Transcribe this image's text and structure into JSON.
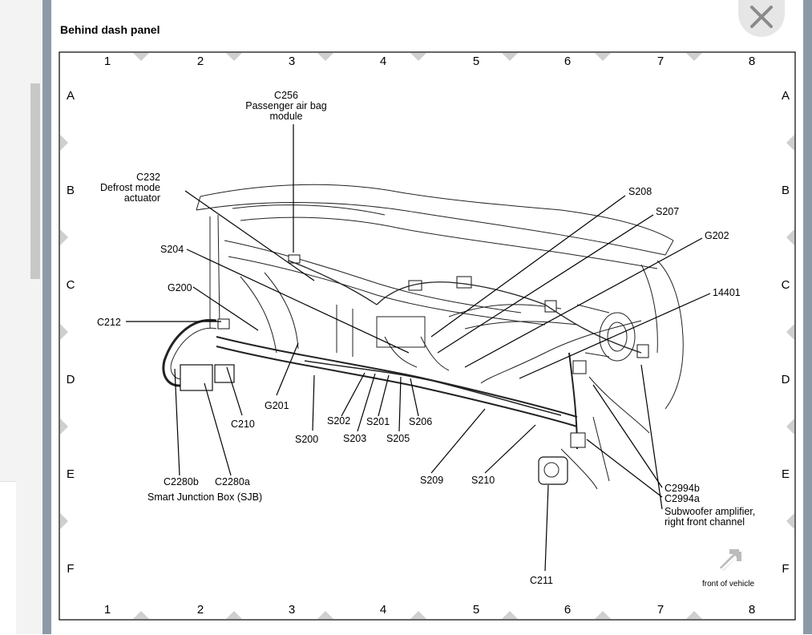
{
  "title": "Behind dash panel",
  "close_icon": "close-icon",
  "grid_columns": [
    "1",
    "2",
    "3",
    "4",
    "5",
    "6",
    "7",
    "8"
  ],
  "grid_rows": [
    "A",
    "B",
    "C",
    "D",
    "E",
    "F"
  ],
  "labels": {
    "c256": [
      "C256",
      "Passenger air bag",
      "module"
    ],
    "c232": [
      "C232",
      "Defrost mode",
      "actuator"
    ],
    "s204": "S204",
    "g200": "G200",
    "c212": "C212",
    "g201": "G201",
    "c210": "C210",
    "s200": "S200",
    "s202": "S202",
    "s203": "S203",
    "s201": "S201",
    "s205": "S205",
    "s206": "S206",
    "s209": "S209",
    "s210": "S210",
    "c2280b": "C2280b",
    "c2280a": "C2280a",
    "sjb": "Smart Junction Box (SJB)",
    "s208": "S208",
    "s207": "S207",
    "g202": "G202",
    "14401": "14401",
    "c2994b": "C2994b",
    "c2994a": "C2994a",
    "subwoofer": [
      "Subwoofer amplifier,",
      "right front channel"
    ],
    "c211": "C211",
    "front": "front of vehicle"
  }
}
